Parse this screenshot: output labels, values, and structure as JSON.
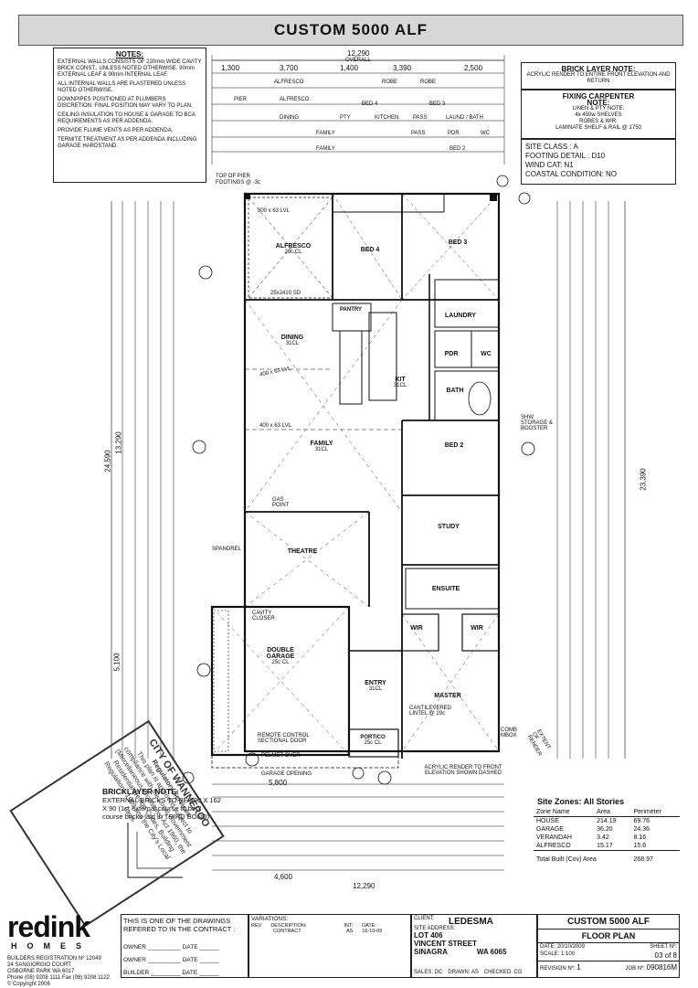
{
  "header": {
    "title": "CUSTOM 5000 ALF"
  },
  "notes": {
    "title": "NOTES:",
    "items": [
      "EXTERNAL WALLS CONSISTS OF 220mm WIDE CAVITY BRICK CONST., UNLESS NOTED OTHERWISE. 90mm EXTERNAL LEAF & 90mm INTERNAL LEAF.",
      "ALL INTERNAL WALLS ARE PLASTERED UNLESS NOTED OTHERWISE.",
      "DOWNPIPES POSITIONED AT PLUMBERS DISCRETION. FINAL POSITION MAY VARY TO PLAN.",
      "CEILING INSULATION TO HOUSE & GARAGE TO BCA REQUIREMENTS AS PER ADDENDA.",
      "PROVIDE FLUME VENTS AS PER ADDENDA.",
      "TERMITE TREATMENT AS PER ADDENDA INCLUDING GARAGE HARDSTAND."
    ]
  },
  "brick_layer_note": {
    "title": "BRICK LAYER NOTE:",
    "text": "ACRYLIC RENDER TO ENTIRE FRONT ELEVATION AND RETURN"
  },
  "fixing_carpenter": {
    "title": "FIXING CARPENTER",
    "subtitle": "NOTE:",
    "lines": [
      "LINEN & PTY NOTE:",
      "4x 450w SHELVES",
      "ROBES & WIR:",
      "LAMINATE SHELF & RAIL @ 1750"
    ]
  },
  "site": {
    "lines": [
      "SITE CLASS : A",
      "FOOTING DETAIL : D10",
      "WIND CAT: N1",
      "COASTAL CONDITION: NO"
    ]
  },
  "dimensions": {
    "overall_width": "12,290",
    "overall_label": "OVERALL",
    "top_row": [
      "1,300",
      "3,700",
      "1,400",
      "3,390",
      "2,500"
    ],
    "left_overall": "24,590",
    "right_overall": "23,390",
    "left_mid": "13,290",
    "left_lower": "5,100",
    "bottom_row": [
      "5,800",
      "4,600"
    ],
    "bottom_overall": "12,290"
  },
  "top_labels": {
    "row1": [
      "ALFRESCO",
      "ROBE",
      "ROBE"
    ],
    "row2": [
      "PIER",
      "ALFRESCO",
      "BED 4",
      "BED 3"
    ],
    "row3": [
      "DINING",
      "PTY",
      "KITCHEN",
      "PASS",
      "LAUND / BATH"
    ],
    "row4": [
      "FAMILY",
      "PASS",
      "PDR",
      "WC"
    ],
    "row5": [
      "FAMILY",
      "BED 2"
    ]
  },
  "rooms": {
    "alfresco": {
      "name": "ALFRESCO",
      "detail": "28c CL"
    },
    "bed4": {
      "name": "BED 4"
    },
    "bed3": {
      "name": "BED 3"
    },
    "dining": {
      "name": "DINING",
      "detail": "31CL"
    },
    "pantry": {
      "name": "PANTRY"
    },
    "kit": {
      "name": "KIT",
      "detail": "31CL"
    },
    "laundry": {
      "name": "LAUNDRY"
    },
    "pdr": {
      "name": "PDR"
    },
    "wc": {
      "name": "WC"
    },
    "bath": {
      "name": "BATH"
    },
    "family": {
      "name": "FAMILY",
      "detail": "31CL"
    },
    "bed2": {
      "name": "BED 2"
    },
    "study": {
      "name": "STUDY"
    },
    "theatre": {
      "name": "THEATRE"
    },
    "ensuite": {
      "name": "ENSUITE"
    },
    "wir1": {
      "name": "WIR"
    },
    "wir2": {
      "name": "WIR"
    },
    "garage": {
      "name": "DOUBLE GARAGE",
      "detail": "25c CL"
    },
    "entry": {
      "name": "ENTRY",
      "detail": "31CL"
    },
    "master": {
      "name": "MASTER"
    },
    "portico": {
      "name": "PORTICO",
      "detail": "25c CL"
    }
  },
  "annotations": {
    "top_of_pier": "TOP OF PIER FOOTINGS @ -3c",
    "alfresco_beam": "300 x 63 LVL",
    "sd_top": "25x2410 SD",
    "lvl_dining": "400 x 63 LVL",
    "lvl_family": "400 x 63 LVL",
    "gas_point": "GAS POINT",
    "spandrel": "SPANDREL",
    "cavity_closer": "CAVITY CLOSER",
    "remote": "REMOTE CONTROL SECTIONAL DOOR",
    "garage_opening": "GARAGE OPENING",
    "pelmet": "PELMET OVER",
    "cantilevered": "CANTILEVERED LINTEL @ 29c",
    "acrylic": "ACRYLIC RENDER TO FRONT ELEVATION SHOWN DASHED",
    "storage": "SHW STORAGE & BOOSTER",
    "comb": "COMB MBOX",
    "extent": "EXTENT OF RENDER"
  },
  "brick_note": {
    "title": "BRICKLAYER NOTE:",
    "text": "EXTERNAL BRICKS TO BE 290 X 162 X 90 (1st external course to be 2 course bricks laid in THIRD BOND)"
  },
  "zones": {
    "title": "Site Zones: All Stories",
    "headers": [
      "Zone Name",
      "Area",
      "Perimeter"
    ],
    "rows": [
      [
        "HOUSE",
        "214.19",
        "69.76"
      ],
      [
        "GARAGE",
        "36.20",
        "24.36"
      ],
      [
        "VERANDAH",
        "3.42",
        "8.16"
      ],
      [
        "ALFRESCO",
        "15.17",
        "15.6"
      ]
    ],
    "total_label": "Total Built (Cov) Area",
    "total_value": "268.97"
  },
  "stamp": {
    "title": "CITY OF WANNEROO",
    "sub": "Regulatory Services",
    "text": "This plan is approved subject to compliance with the Local Government (Miscellaneous Provisions) Act 1960, the Residential Design Codes, Building Regulations 1989 and the City's Local Laws."
  },
  "logo": {
    "brand": "redink",
    "homes": "HOMES"
  },
  "builder": {
    "lines": [
      "BUILDERS REGISTRATION Nº 12049",
      "24 SANGIORGIO COURT",
      "OSBORNE PARK WA 6017",
      "Phone (08) 9208 1111 Fax (08) 9208 1122",
      "© Copyright 2006"
    ]
  },
  "contract": {
    "title": "THIS IS ONE OF THE DRAWINGS REFERED TO IN THE CONTRACT :",
    "owner_label": "OWNER",
    "date_label": "DATE",
    "builder_label": "BUILDER"
  },
  "variations": {
    "title": "VARIATIONS:",
    "cols": [
      "REV",
      "DESCRIPTION:",
      "INT:",
      "DATE:"
    ],
    "row": [
      "",
      "CONTRACT",
      "AS",
      "16-10-09"
    ]
  },
  "client": {
    "label": "CLIENT:",
    "name": "LEDESMA",
    "site_label": "SITE ADDRESS:",
    "address1": "LOT 406",
    "address2": "VINCENT STREET",
    "suburb": "SINAGRA",
    "state": "WA  6065",
    "sales_label": "SALES:",
    "sales": "DC",
    "drawn_label": "DRAWN:",
    "drawn": "AS",
    "checked_label": "CHECKED:",
    "checked": "CG"
  },
  "sheet": {
    "title": "CUSTOM 5000 ALF",
    "plan": "FLOOR PLAN",
    "date_label": "DATE:",
    "date": "20/10/2009",
    "sheet_label": "SHEET Nº:",
    "sheet_no": "03",
    "of": "of",
    "total": "8",
    "scale_label": "SCALE:",
    "scale": "1:100",
    "rev_label": "REVISION Nº:",
    "rev": "1",
    "job_label": "JOB Nº:",
    "job": "090816M"
  }
}
